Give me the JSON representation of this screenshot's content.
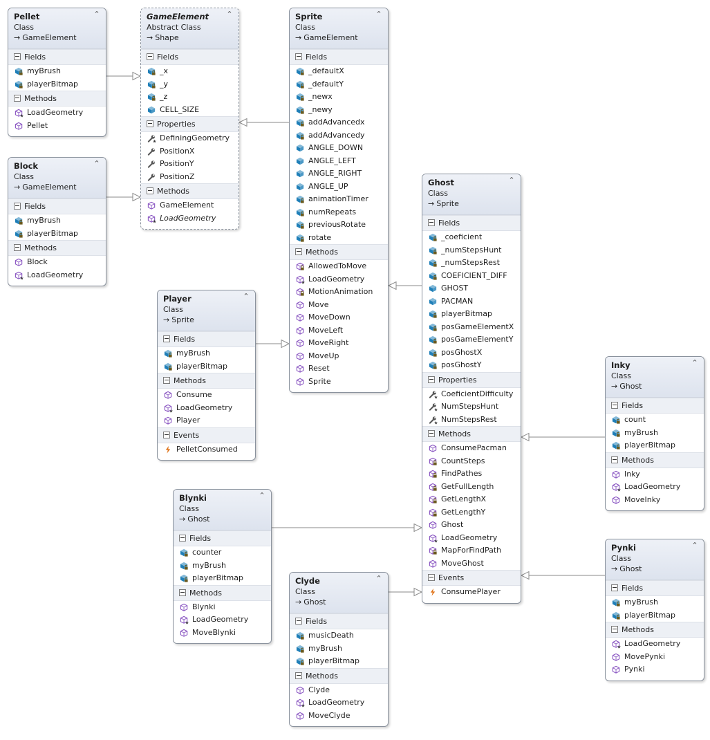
{
  "colors": {
    "field_icon": "#1f7fb8",
    "method_icon": "#8a56c2",
    "event_icon": "#e0741a",
    "property_icon": "#555555",
    "header": "#e4e8f0",
    "connector": "#8a8a8a"
  },
  "classes": [
    {
      "id": "pellet",
      "name": "Pellet",
      "kind": "Class",
      "base": "GameElement",
      "abstract": false,
      "sections": [
        {
          "title": "Fields",
          "members": [
            {
              "name": "myBrush",
              "icon": "field-private-icon"
            },
            {
              "name": "playerBitmap",
              "icon": "field-private-icon"
            }
          ]
        },
        {
          "title": "Methods",
          "members": [
            {
              "name": "LoadGeometry",
              "icon": "method-override-icon"
            },
            {
              "name": "Pellet",
              "icon": "method-icon"
            }
          ]
        }
      ]
    },
    {
      "id": "block",
      "name": "Block",
      "kind": "Class",
      "base": "GameElement",
      "abstract": false,
      "sections": [
        {
          "title": "Fields",
          "members": [
            {
              "name": "myBrush",
              "icon": "field-private-icon"
            },
            {
              "name": "playerBitmap",
              "icon": "field-private-icon"
            }
          ]
        },
        {
          "title": "Methods",
          "members": [
            {
              "name": "Block",
              "icon": "method-icon"
            },
            {
              "name": "LoadGeometry",
              "icon": "method-override-icon"
            }
          ]
        }
      ]
    },
    {
      "id": "gameelement",
      "name": "GameElement",
      "kind": "Abstract Class",
      "base": "Shape",
      "abstract": true,
      "sections": [
        {
          "title": "Fields",
          "members": [
            {
              "name": "_x",
              "icon": "field-private-icon"
            },
            {
              "name": "_y",
              "icon": "field-private-icon"
            },
            {
              "name": "_z",
              "icon": "field-private-icon"
            },
            {
              "name": "CELL_SIZE",
              "icon": "field-icon"
            }
          ]
        },
        {
          "title": "Properties",
          "members": [
            {
              "name": "DefiningGeometry",
              "icon": "property-override-icon"
            },
            {
              "name": "PositionX",
              "icon": "property-icon"
            },
            {
              "name": "PositionY",
              "icon": "property-icon"
            },
            {
              "name": "PositionZ",
              "icon": "property-icon"
            }
          ]
        },
        {
          "title": "Methods",
          "members": [
            {
              "name": "GameElement",
              "icon": "method-icon"
            },
            {
              "name": "LoadGeometry",
              "icon": "method-abstract-icon",
              "italic": true
            }
          ]
        }
      ]
    },
    {
      "id": "sprite",
      "name": "Sprite",
      "kind": "Class",
      "base": "GameElement",
      "abstract": false,
      "sections": [
        {
          "title": "Fields",
          "members": [
            {
              "name": "_defaultX",
              "icon": "field-private-icon"
            },
            {
              "name": "_defaultY",
              "icon": "field-private-icon"
            },
            {
              "name": "_newx",
              "icon": "field-private-icon"
            },
            {
              "name": "_newy",
              "icon": "field-private-icon"
            },
            {
              "name": "addAdvancedx",
              "icon": "field-private-icon"
            },
            {
              "name": "addAdvancedy",
              "icon": "field-private-icon"
            },
            {
              "name": "ANGLE_DOWN",
              "icon": "field-icon"
            },
            {
              "name": "ANGLE_LEFT",
              "icon": "field-icon"
            },
            {
              "name": "ANGLE_RIGHT",
              "icon": "field-icon"
            },
            {
              "name": "ANGLE_UP",
              "icon": "field-icon"
            },
            {
              "name": "animationTimer",
              "icon": "field-private-icon"
            },
            {
              "name": "numRepeats",
              "icon": "field-private-icon"
            },
            {
              "name": "previousRotate",
              "icon": "field-private-icon"
            },
            {
              "name": "rotate",
              "icon": "field-private-icon"
            }
          ]
        },
        {
          "title": "Methods",
          "members": [
            {
              "name": "AllowedToMove",
              "icon": "method-private-icon"
            },
            {
              "name": "LoadGeometry",
              "icon": "method-override-icon"
            },
            {
              "name": "MotionAnimation",
              "icon": "method-private-icon"
            },
            {
              "name": "Move",
              "icon": "method-icon"
            },
            {
              "name": "MoveDown",
              "icon": "method-icon"
            },
            {
              "name": "MoveLeft",
              "icon": "method-icon"
            },
            {
              "name": "MoveRight",
              "icon": "method-icon"
            },
            {
              "name": "MoveUp",
              "icon": "method-icon"
            },
            {
              "name": "Reset",
              "icon": "method-icon"
            },
            {
              "name": "Sprite",
              "icon": "method-icon"
            }
          ]
        }
      ]
    },
    {
      "id": "player",
      "name": "Player",
      "kind": "Class",
      "base": "Sprite",
      "abstract": false,
      "sections": [
        {
          "title": "Fields",
          "members": [
            {
              "name": "myBrush",
              "icon": "field-private-icon"
            },
            {
              "name": "playerBitmap",
              "icon": "field-private-icon"
            }
          ]
        },
        {
          "title": "Methods",
          "members": [
            {
              "name": "Consume",
              "icon": "method-icon"
            },
            {
              "name": "LoadGeometry",
              "icon": "method-override-icon"
            },
            {
              "name": "Player",
              "icon": "method-icon"
            }
          ]
        },
        {
          "title": "Events",
          "members": [
            {
              "name": "PelletConsumed",
              "icon": "event-icon"
            }
          ]
        }
      ]
    },
    {
      "id": "ghost",
      "name": "Ghost",
      "kind": "Class",
      "base": "Sprite",
      "abstract": false,
      "sections": [
        {
          "title": "Fields",
          "members": [
            {
              "name": "_coeficient",
              "icon": "field-private-icon"
            },
            {
              "name": "_numStepsHunt",
              "icon": "field-private-icon"
            },
            {
              "name": "_numStepsRest",
              "icon": "field-private-icon"
            },
            {
              "name": "COEFICIENT_DIFF",
              "icon": "field-private-icon"
            },
            {
              "name": "GHOST",
              "icon": "field-icon"
            },
            {
              "name": "PACMAN",
              "icon": "field-icon"
            },
            {
              "name": "playerBitmap",
              "icon": "field-private-icon"
            },
            {
              "name": "posGameElementX",
              "icon": "field-private-icon"
            },
            {
              "name": "posGameElementY",
              "icon": "field-private-icon"
            },
            {
              "name": "posGhostX",
              "icon": "field-private-icon"
            },
            {
              "name": "posGhostY",
              "icon": "field-private-icon"
            }
          ]
        },
        {
          "title": "Properties",
          "members": [
            {
              "name": "CoeficientDifficulty",
              "icon": "property-override-icon"
            },
            {
              "name": "NumStepsHunt",
              "icon": "property-override-icon"
            },
            {
              "name": "NumStepsRest",
              "icon": "property-override-icon"
            }
          ]
        },
        {
          "title": "Methods",
          "members": [
            {
              "name": "ConsumePacman",
              "icon": "method-icon"
            },
            {
              "name": "CountSteps",
              "icon": "method-private-icon"
            },
            {
              "name": "FindPathes",
              "icon": "method-private-icon"
            },
            {
              "name": "GetFullLength",
              "icon": "method-private-icon"
            },
            {
              "name": "GetLengthX",
              "icon": "method-private-icon"
            },
            {
              "name": "GetLengthY",
              "icon": "method-private-icon"
            },
            {
              "name": "Ghost",
              "icon": "method-icon"
            },
            {
              "name": "LoadGeometry",
              "icon": "method-override-icon"
            },
            {
              "name": "MapForFindPath",
              "icon": "method-private-icon"
            },
            {
              "name": "MoveGhost",
              "icon": "method-icon"
            }
          ]
        },
        {
          "title": "Events",
          "members": [
            {
              "name": "ConsumePlayer",
              "icon": "event-icon"
            }
          ]
        }
      ]
    },
    {
      "id": "inky",
      "name": "Inky",
      "kind": "Class",
      "base": "Ghost",
      "abstract": false,
      "sections": [
        {
          "title": "Fields",
          "members": [
            {
              "name": "count",
              "icon": "field-private-icon"
            },
            {
              "name": "myBrush",
              "icon": "field-private-icon"
            },
            {
              "name": "playerBitmap",
              "icon": "field-private-icon"
            }
          ]
        },
        {
          "title": "Methods",
          "members": [
            {
              "name": "Inky",
              "icon": "method-icon"
            },
            {
              "name": "LoadGeometry",
              "icon": "method-override-icon"
            },
            {
              "name": "MoveInky",
              "icon": "method-icon"
            }
          ]
        }
      ]
    },
    {
      "id": "blynki",
      "name": "Blynki",
      "kind": "Class",
      "base": "Ghost",
      "abstract": false,
      "sections": [
        {
          "title": "Fields",
          "members": [
            {
              "name": "counter",
              "icon": "field-private-icon"
            },
            {
              "name": "myBrush",
              "icon": "field-private-icon"
            },
            {
              "name": "playerBitmap",
              "icon": "field-private-icon"
            }
          ]
        },
        {
          "title": "Methods",
          "members": [
            {
              "name": "Blynki",
              "icon": "method-icon"
            },
            {
              "name": "LoadGeometry",
              "icon": "method-override-icon"
            },
            {
              "name": "MoveBlynki",
              "icon": "method-icon"
            }
          ]
        }
      ]
    },
    {
      "id": "clyde",
      "name": "Clyde",
      "kind": "Class",
      "base": "Ghost",
      "abstract": false,
      "sections": [
        {
          "title": "Fields",
          "members": [
            {
              "name": "musicDeath",
              "icon": "field-private-icon"
            },
            {
              "name": "myBrush",
              "icon": "field-private-icon"
            },
            {
              "name": "playerBitmap",
              "icon": "field-private-icon"
            }
          ]
        },
        {
          "title": "Methods",
          "members": [
            {
              "name": "Clyde",
              "icon": "method-icon"
            },
            {
              "name": "LoadGeometry",
              "icon": "method-override-icon"
            },
            {
              "name": "MoveClyde",
              "icon": "method-icon"
            }
          ]
        }
      ]
    },
    {
      "id": "pynki",
      "name": "Pynki",
      "kind": "Class",
      "base": "Ghost",
      "abstract": false,
      "sections": [
        {
          "title": "Fields",
          "members": [
            {
              "name": "myBrush",
              "icon": "field-private-icon"
            },
            {
              "name": "playerBitmap",
              "icon": "field-private-icon"
            }
          ]
        },
        {
          "title": "Methods",
          "members": [
            {
              "name": "LoadGeometry",
              "icon": "method-override-icon"
            },
            {
              "name": "MovePynki",
              "icon": "method-icon"
            },
            {
              "name": "Pynki",
              "icon": "method-icon"
            }
          ]
        }
      ]
    }
  ],
  "inheritance": [
    {
      "from": "pellet",
      "to": "gameelement"
    },
    {
      "from": "block",
      "to": "gameelement"
    },
    {
      "from": "sprite",
      "to": "gameelement"
    },
    {
      "from": "player",
      "to": "sprite"
    },
    {
      "from": "ghost",
      "to": "sprite"
    },
    {
      "from": "inky",
      "to": "ghost"
    },
    {
      "from": "blynki",
      "to": "ghost"
    },
    {
      "from": "clyde",
      "to": "ghost"
    },
    {
      "from": "pynki",
      "to": "ghost"
    }
  ]
}
